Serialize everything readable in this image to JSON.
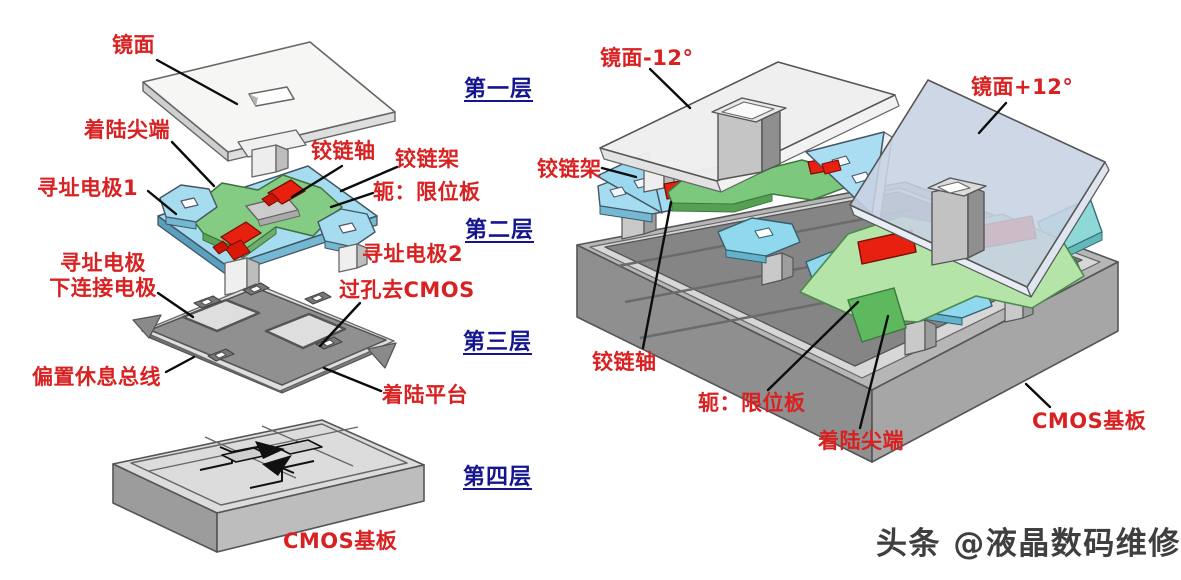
{
  "left_diagram": {
    "labels": {
      "mirror": "镜面",
      "landing_tip": "着陆尖端",
      "address_electrode_1": "寻址电极1",
      "hinge_axis": "铰链轴",
      "hinge_frame": "铰链架",
      "yoke_limit_plate": "轭：限位板",
      "address_electrode_2": "寻址电极2",
      "address_electrode_lower_line1": "寻址电极",
      "address_electrode_lower_line2": "下连接电极",
      "via_to_cmos": "过孔去CMOS",
      "bias_reset_bus": "偏置休息总线",
      "landing_platform": "着陆平台",
      "cmos_substrate": "CMOS基板"
    },
    "layers": [
      "第一层",
      "第二层",
      "第三层",
      "第四层"
    ]
  },
  "right_diagram": {
    "labels": {
      "mirror_minus_12": "镜面-12°",
      "mirror_plus_12": "镜面+12°",
      "hinge_frame": "铰链架",
      "hinge_axis": "铰链轴",
      "yoke_limit_plate": "轭：限位板",
      "landing_tip": "着陆尖端",
      "cmos_substrate": "CMOS基板"
    }
  },
  "watermark": "头条 @液晶数码维修",
  "colors": {
    "label_red": "#d92121",
    "layer_label_blue": "#15158f",
    "hinge_red": "#e8200f",
    "frame_blue": "#a6dcf0",
    "yoke_green": "#84cc84",
    "right_yoke_green": "#b4e4a8",
    "metal_gray": "#909090",
    "mirror_white": "#f6f6f5",
    "tilted_mirror_blue": "#c7d2e3",
    "base_gray": "#b6b6b6",
    "watermark_gray": "#3f3f3f"
  }
}
